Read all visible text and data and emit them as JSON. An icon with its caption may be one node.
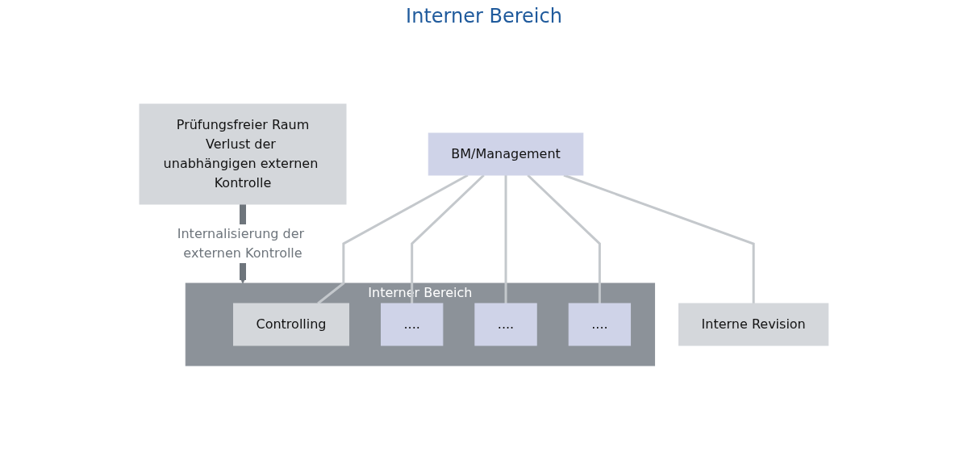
{
  "diagram": {
    "title": "Interner Bereich",
    "nodes": [
      {
        "text": [
          "Interner Bereich"
        ]
      },
      {
        "text": [
          "BM/Management"
        ]
      },
      {
        "text": [
          "Controlling"
        ],
        "in": 0
      },
      {
        "text": [
          "Interne Revision"
        ]
      },
      {
        "text": [
          "...."
        ],
        "in": 0
      },
      {
        "text": [
          "...."
        ],
        "in": 0
      },
      {
        "text": [
          "...."
        ],
        "in": 0
      },
      {
        "text": [
          "Prüfungsfreier Raum",
          "Verlust der unabhängigen externen Kontrolle"
        ]
      }
    ],
    "edges": [
      {
        "from": 1,
        "to": 2,
        "arrow": "none"
      },
      {
        "from": 1,
        "to": 3,
        "arrow": "none"
      },
      {
        "from": 1,
        "to": 4,
        "arrow": "none"
      },
      {
        "from": 1,
        "to": 5,
        "arrow": "none"
      },
      {
        "from": 1,
        "to": 6,
        "arrow": "none"
      },
      {
        "from": 7,
        "to": 0,
        "arrow": "to",
        "label": "Internalisierung der externen Kontrolle",
        "style": "thick",
        "color": "#6e757c"
      }
    ]
  }
}
